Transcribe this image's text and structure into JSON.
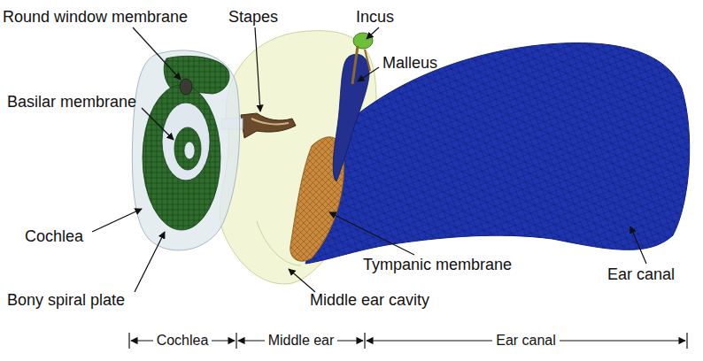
{
  "diagram": {
    "labels": [
      "Round window membrane",
      "Stapes",
      "Incus",
      "Malleus",
      "Basilar membrane",
      "Cochlea",
      "Tympanic membrane",
      "Ear canal",
      "Bony spiral plate",
      "Middle ear cavity",
      "Cochlea",
      "Middle ear",
      "Ear canal"
    ]
  }
}
